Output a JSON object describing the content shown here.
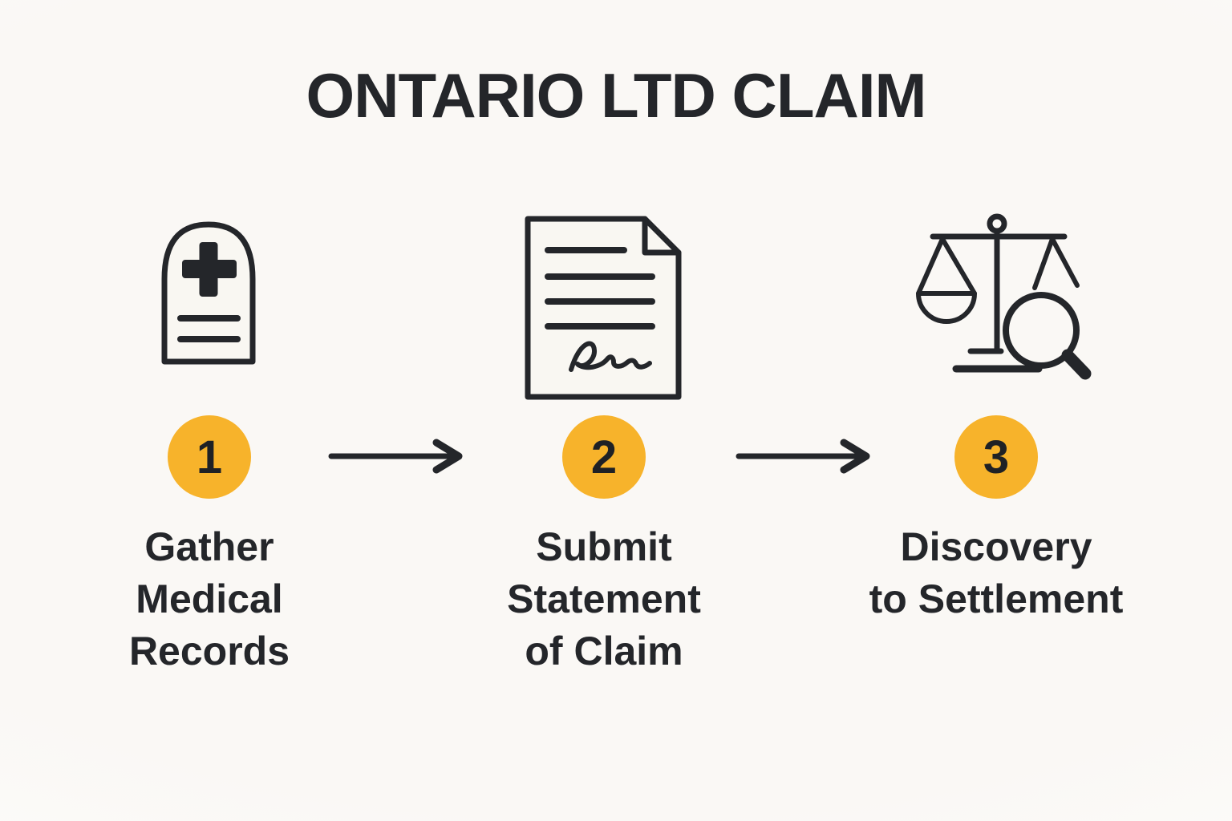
{
  "title": "ONTARIO LTD CLAIM",
  "colors": {
    "background": "#faf8f5",
    "ink": "#24262a",
    "badge": "#f7b32b",
    "icon_fill": "#f9f7f2"
  },
  "steps": [
    {
      "number": "1",
      "icon": "medical-record-icon",
      "label": "Gather Medical Records",
      "label_lines": [
        "Gather",
        "Medical",
        "Records"
      ]
    },
    {
      "number": "2",
      "icon": "statement-of-claim-document-icon",
      "label": "Submit Statement of Claim",
      "label_lines": [
        "Submit",
        "Statement",
        "of Claim"
      ]
    },
    {
      "number": "3",
      "icon": "scales-with-magnifier-icon",
      "label": "Discovery to Settlement",
      "label_lines": [
        "Discovery",
        "to Settlement"
      ]
    }
  ],
  "arrows": {
    "count": 2,
    "direction": "right"
  }
}
